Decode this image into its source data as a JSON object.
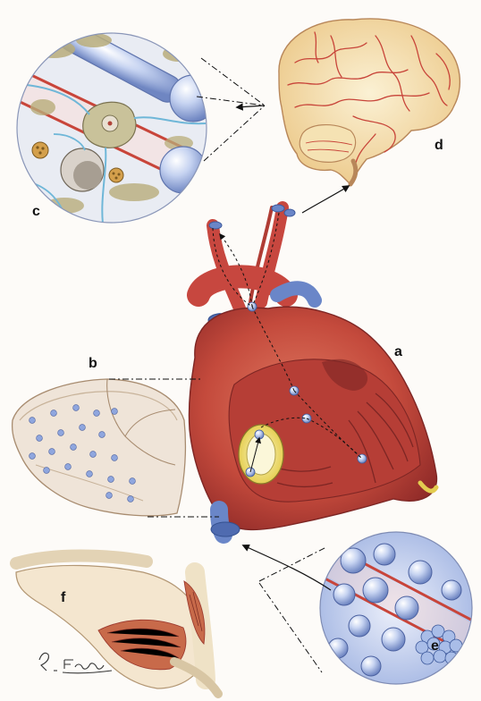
{
  "labels": {
    "a": "a",
    "b": "b",
    "c": "c",
    "d": "d",
    "e": "e",
    "f": "f"
  },
  "colors": {
    "heart_red": "#c7473f",
    "heart_dark": "#8f2a28",
    "vessel_blue": "#6a86c8",
    "cell_blue": "#9fb4e2",
    "brain_yellow": "#f1d9a0",
    "brain_vessel": "#c8453a",
    "muscle": "#c86a4a",
    "tissue_olive": "#b8ad7a"
  },
  "signature_text": "R. Forster"
}
